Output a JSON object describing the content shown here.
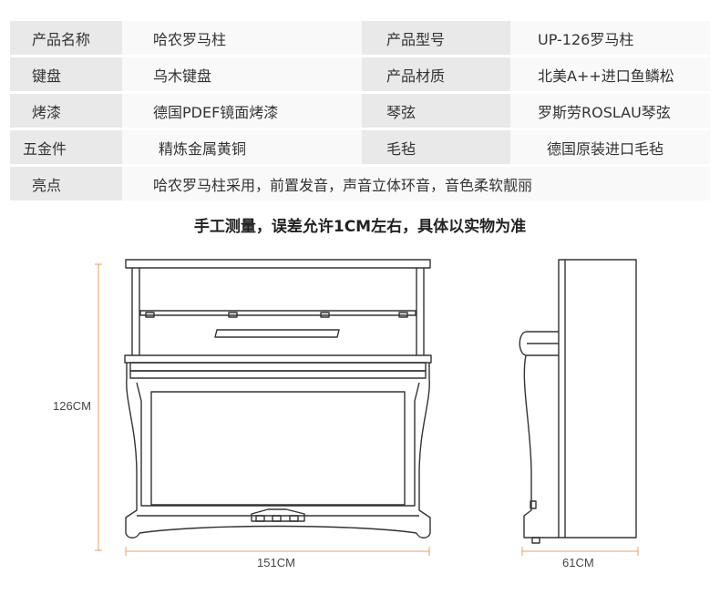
{
  "specs": [
    {
      "label1": "产品名称",
      "value1": "哈农罗马柱",
      "label2": "产品型号",
      "value2": "UP-126罗马柱"
    },
    {
      "label1": "键盘",
      "value1": "乌木键盘",
      "label2": "产品材质",
      "value2": "北美A++进口鱼鳞松"
    },
    {
      "label1": "烤漆",
      "value1": "德国PDEF镜面烤漆",
      "label2": "琴弦",
      "value2": "罗斯劳ROSLAU琴弦"
    },
    {
      "label1": "五金件",
      "value1": "精炼金属黄铜",
      "label2": "毛毡",
      "value2": "德国原装进口毛毡"
    }
  ],
  "highlight": {
    "label": "亮点",
    "value": "哈农罗马柱采用，前置发音，声音立体环音，音色柔软靓丽"
  },
  "note": "手工测量，误差允许1CM左右，具体以实物为准",
  "dimensions": {
    "height": "126CM",
    "width": "151CM",
    "depth": "61CM"
  },
  "colors": {
    "dimension_line": "#e8a060",
    "drawing_line": "#333333"
  }
}
